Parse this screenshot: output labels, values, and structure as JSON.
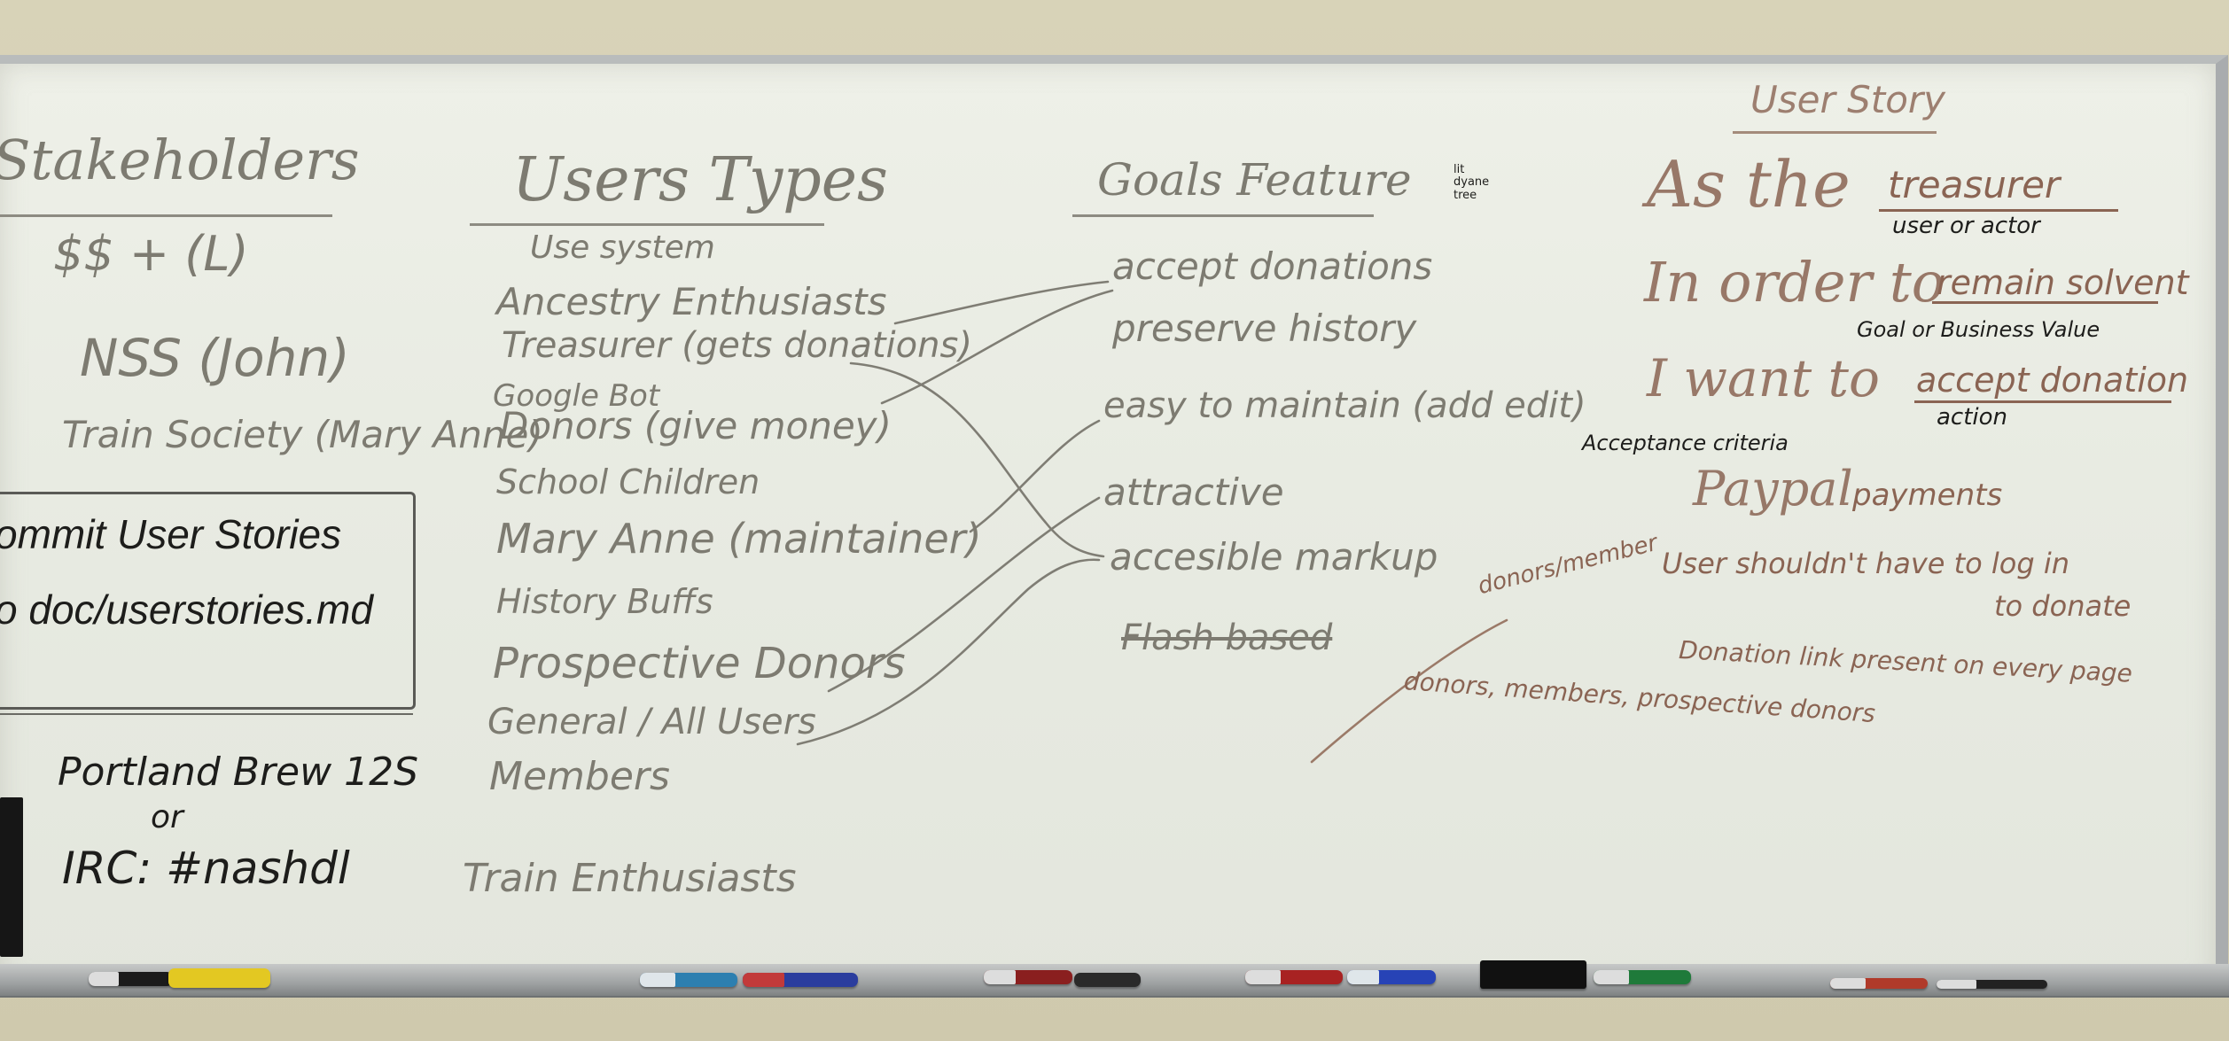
{
  "stakeholders": {
    "title": "Stakeholders",
    "items": [
      "$$ + (L)",
      "NSS (John)",
      "Train Society (Mary Anne)"
    ]
  },
  "commit": {
    "line1": "ommit User Stories",
    "line2": "o doc/userstories.md"
  },
  "meet": {
    "line1": "Portland Brew 12S",
    "line2": "or",
    "line3": "IRC: #nashdl"
  },
  "user_types": {
    "title": "Users Types",
    "subtitle": "Use system",
    "items": [
      "Ancestry Enthusiasts",
      "Treasurer (gets donations)",
      "Google Bot",
      "Donors (give money)",
      "School Children",
      "Mary Anne (maintainer)",
      "History Buffs",
      "Prospective Donors",
      "General / All Users",
      "Members",
      "Train Enthusiasts"
    ]
  },
  "goals": {
    "title": "Goals Feature",
    "side_note": "lit dyane tree",
    "items": [
      "accept donations",
      "preserve history",
      "easy to maintain (add edit)",
      "attractive",
      "accesible markup",
      "Flash based"
    ]
  },
  "user_story": {
    "title": "User Story",
    "as_the": "As the",
    "treasurer": "treasurer",
    "user_or_actor": "user or actor",
    "in_order_to": "In order to",
    "remain_solvent": "remain solvent",
    "goal_value": "Goal or Business Value",
    "i_want_to": "I want to",
    "accept_donation": "accept donation",
    "action": "action",
    "acceptance_criteria": "Acceptance criteria",
    "paypal": "Paypal",
    "payments": "payments",
    "no_login_1": "User shouldn't have to log in",
    "no_login_2": "to donate",
    "donors_members": "donors/member",
    "donation_link": "Donation link present on every page",
    "audience": "donors, members, prospective donors"
  },
  "colors": {
    "board": "#eef0e8",
    "pencil_gray": "#7d7b71",
    "brown_marker": "#8a6453",
    "black_marker": "#1d1d1b"
  }
}
